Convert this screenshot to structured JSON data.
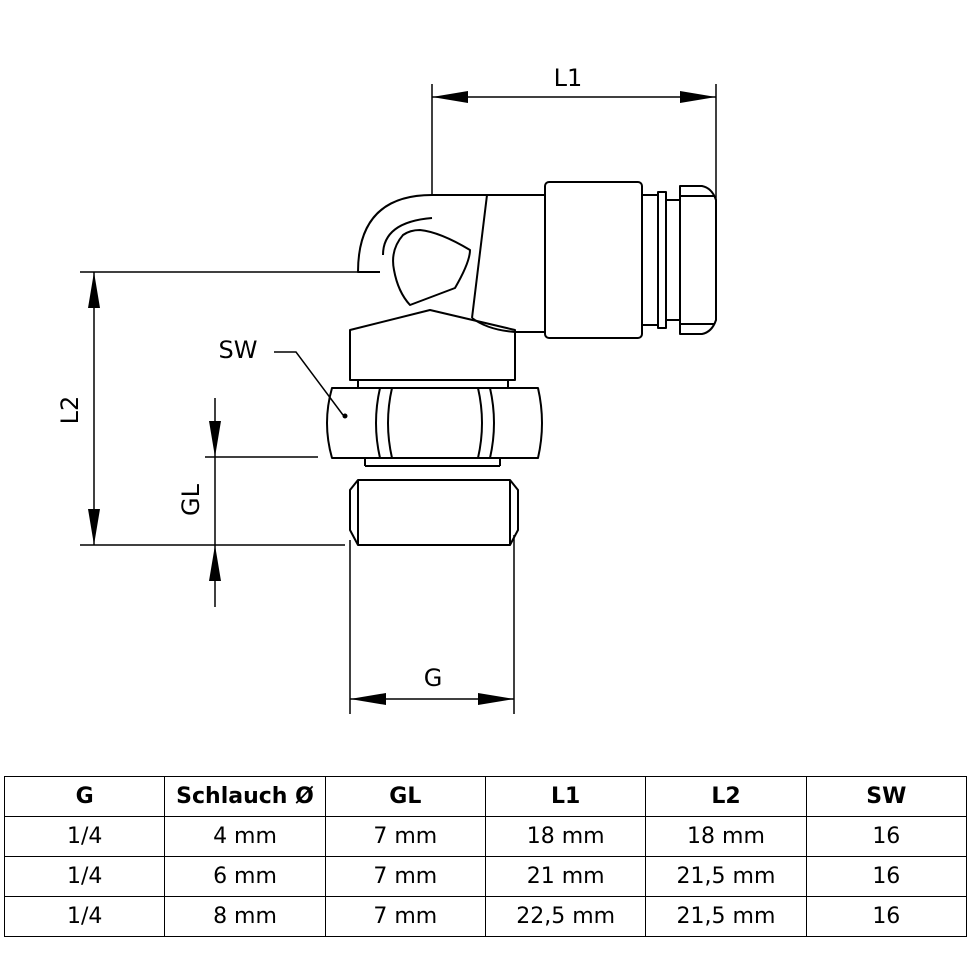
{
  "drawing": {
    "labels": {
      "l1": "L1",
      "l2": "L2",
      "sw": "SW",
      "gl": "GL",
      "g": "G"
    }
  },
  "table": {
    "headers": [
      "G",
      "Schlauch Ø",
      "GL",
      "L1",
      "L2",
      "SW"
    ],
    "rows": [
      [
        "1/4",
        "4 mm",
        "7 mm",
        "18 mm",
        "18 mm",
        "16"
      ],
      [
        "1/4",
        "6 mm",
        "7 mm",
        "21 mm",
        "21,5 mm",
        "16"
      ],
      [
        "1/4",
        "8 mm",
        "7 mm",
        "22,5 mm",
        "21,5 mm",
        "16"
      ]
    ]
  }
}
